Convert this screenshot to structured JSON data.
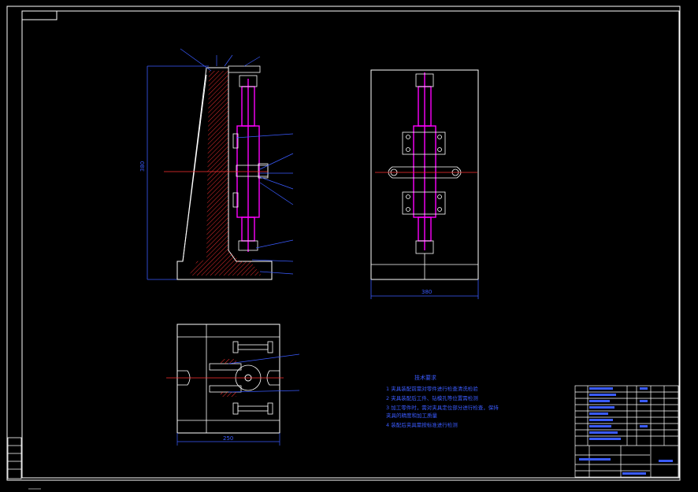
{
  "drawing": {
    "dimension_front_height": "380",
    "dimension_side_width": "380",
    "dimension_top_width": "250",
    "notes": {
      "heading": "技术要求",
      "items": [
        "1  夹具装配前需对零件进行检查清洗检验",
        "2  夹具装配后工件、钻模孔等位置需检测",
        "3  加工零件时，需对夹具定位部分进行检查，保持",
        "    夹具的精度和加工质量",
        "4  装配后夹具需按标准进行检测"
      ]
    }
  },
  "colors": {
    "background": "#000000",
    "frame": "#ffffff",
    "part": "#ff00ff",
    "dimension": "#3a5bff",
    "centerline": "#ff3030"
  }
}
